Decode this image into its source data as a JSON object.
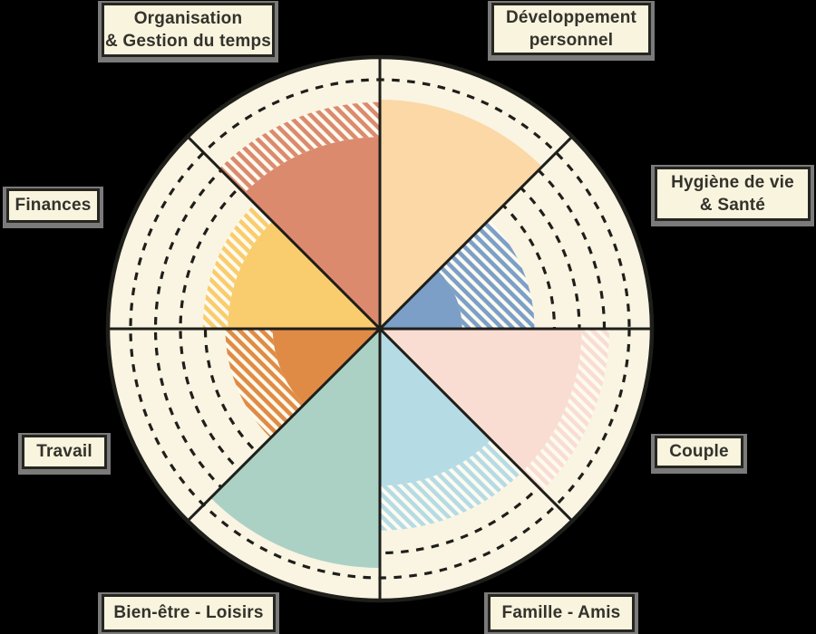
{
  "canvas": {
    "background_color": "#000000",
    "wheel_background_color": "#FAF4E2",
    "line_color": "#1E1E1A",
    "label_box_color": "#F9F4DE",
    "label_text_color": "#33322B",
    "label_shadow_color": "#7A7A7A"
  },
  "labels": {
    "organisation": {
      "line1": "Organisation",
      "line2": "& Gestion du temps"
    },
    "developpement": {
      "line1": "Développement",
      "line2": "personnel"
    },
    "hygiene": {
      "line1": "Hygiène de vie",
      "line2": "& Santé"
    },
    "couple": {
      "line1": "Couple",
      "line2": ""
    },
    "famille": {
      "line1": "Famille - Amis",
      "line2": ""
    },
    "bienetre": {
      "line1": "Bien-être - Loisirs",
      "line2": ""
    },
    "travail": {
      "line1": "Travail",
      "line2": ""
    },
    "finances": {
      "line1": "Finances",
      "line2": ""
    }
  },
  "chart_data": {
    "type": "pie",
    "variant": "life-wheel-polar-gauge",
    "title": "",
    "scale": {
      "min": 0,
      "max": 10,
      "gridline_levels": [
        1,
        2,
        3,
        4,
        5,
        6,
        7,
        8,
        9,
        10
      ],
      "gridline_style": "dashed"
    },
    "legend": "none",
    "hatch_meaning": "striped ring drawn from current value out to target value (45° white stripes over sector color)",
    "sectors": [
      {
        "label": "Développement personnel",
        "start_angle_from_north": 0,
        "end_angle": 45,
        "value": 9.2,
        "target": null,
        "color": "#FBD8A6"
      },
      {
        "label": "Hygiène de vie & Santé",
        "start_angle_from_north": 45,
        "end_angle": 90,
        "value": 3.3,
        "target": 6.2,
        "color": "#7C9FC7"
      },
      {
        "label": "Couple",
        "start_angle_from_north": 90,
        "end_angle": 135,
        "value": 8.1,
        "target": 9.2,
        "color": "#F9DDD2"
      },
      {
        "label": "Famille - Amis",
        "start_angle_from_north": 135,
        "end_angle": 180,
        "value": 6.3,
        "target": 8.1,
        "color": "#B5DBE4"
      },
      {
        "label": "Bien-être - Loisirs",
        "start_angle_from_north": 180,
        "end_angle": 225,
        "value": 9.6,
        "target": null,
        "color": "#ABD1C5"
      },
      {
        "label": "Travail",
        "start_angle_from_north": 225,
        "end_angle": 270,
        "value": 4.3,
        "target": 6.2,
        "color": "#E08B45"
      },
      {
        "label": "Finances",
        "start_angle_from_north": 270,
        "end_angle": 315,
        "value": 6.1,
        "target": 7.1,
        "color": "#F9CC6D"
      },
      {
        "label": "Organisation & Gestion du temps",
        "start_angle_from_north": 315,
        "end_angle": 360,
        "value": 7.7,
        "target": 9.1,
        "color": "#DB8A6E"
      }
    ]
  }
}
